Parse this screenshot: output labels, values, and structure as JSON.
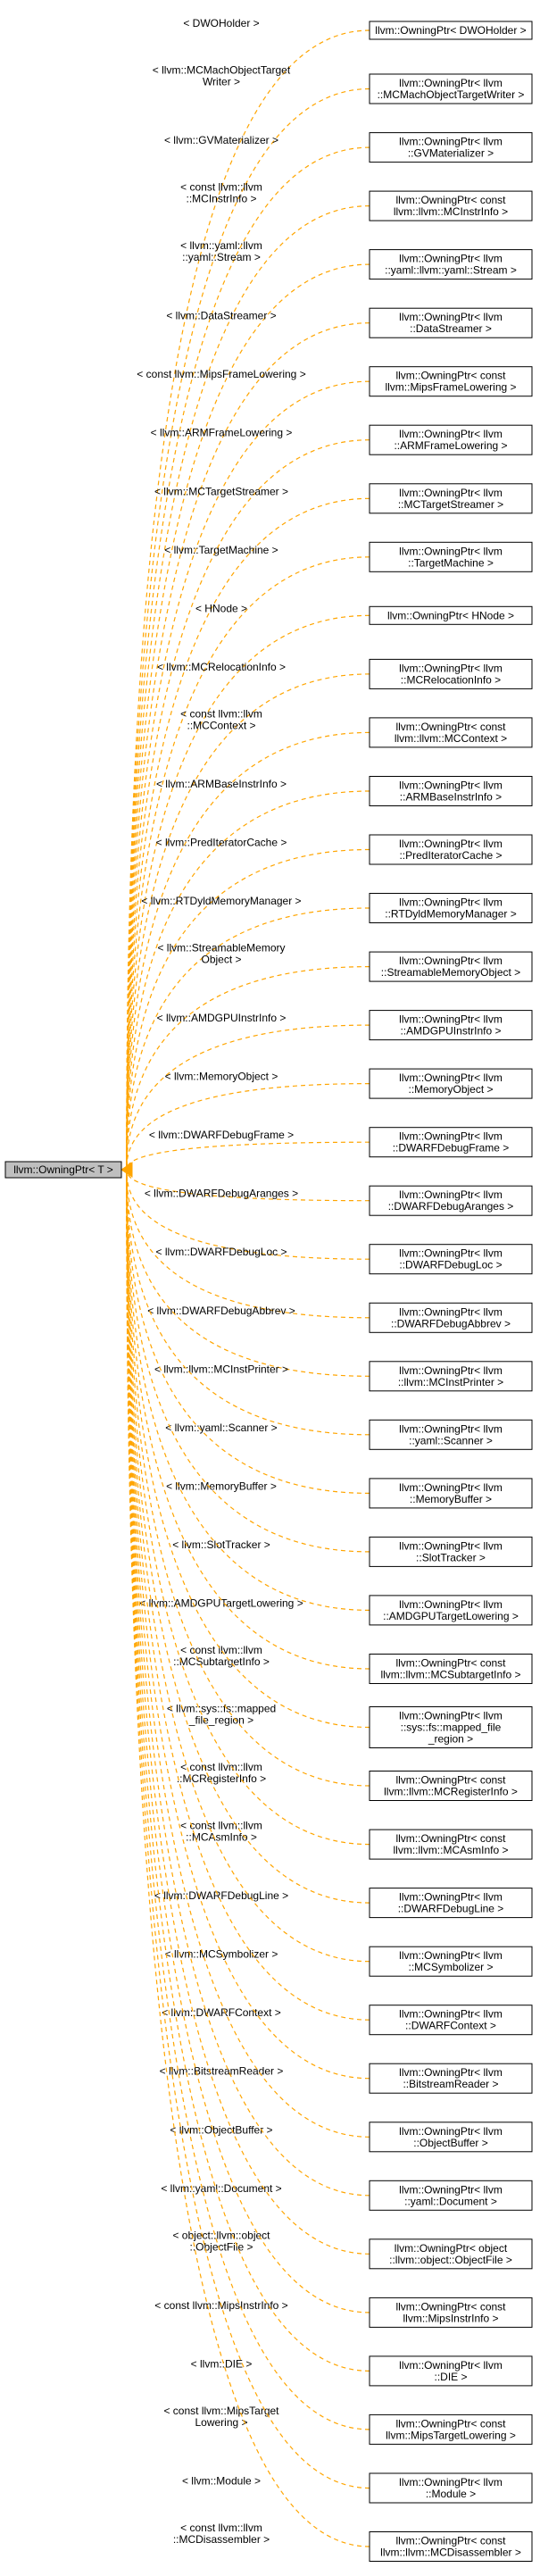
{
  "root": {
    "label": "llvm::OwningPtr< T >"
  },
  "colors": {
    "edge": "#ffa500",
    "root_fill": "#bfbfbf",
    "node_fill": "#ffffff",
    "border": "#000000"
  },
  "nodes": [
    {
      "label": [
        "llvm::OwningPtr< DWOHolder >"
      ],
      "edge": [
        "< DWOHolder >"
      ]
    },
    {
      "label": [
        "llvm::OwningPtr< llvm",
        "::MCMachObjectTargetWriter >"
      ],
      "edge": [
        "< llvm::MCMachObjectTarget",
        "Writer >"
      ]
    },
    {
      "label": [
        "llvm::OwningPtr< llvm",
        "::GVMaterializer >"
      ],
      "edge": [
        "< llvm::GVMaterializer >"
      ]
    },
    {
      "label": [
        "llvm::OwningPtr< const",
        "llvm::llvm::MCInstrInfo >"
      ],
      "edge": [
        "< const llvm::llvm",
        "::MCInstrInfo >"
      ]
    },
    {
      "label": [
        "llvm::OwningPtr< llvm",
        "::yaml::llvm::yaml::Stream >"
      ],
      "edge": [
        "< llvm::yaml::llvm",
        "::yaml::Stream >"
      ]
    },
    {
      "label": [
        "llvm::OwningPtr< llvm",
        "::DataStreamer >"
      ],
      "edge": [
        "< llvm::DataStreamer >"
      ]
    },
    {
      "label": [
        "llvm::OwningPtr< const",
        "llvm::MipsFrameLowering >"
      ],
      "edge": [
        "< const llvm::MipsFrameLowering >"
      ]
    },
    {
      "label": [
        "llvm::OwningPtr< llvm",
        "::ARMFrameLowering >"
      ],
      "edge": [
        "< llvm::ARMFrameLowering >"
      ]
    },
    {
      "label": [
        "llvm::OwningPtr< llvm",
        "::MCTargetStreamer >"
      ],
      "edge": [
        "< llvm::MCTargetStreamer >"
      ]
    },
    {
      "label": [
        "llvm::OwningPtr< llvm",
        "::TargetMachine >"
      ],
      "edge": [
        "< llvm::TargetMachine >"
      ]
    },
    {
      "label": [
        "llvm::OwningPtr< HNode >"
      ],
      "edge": [
        "< HNode >"
      ]
    },
    {
      "label": [
        "llvm::OwningPtr< llvm",
        "::MCRelocationInfo >"
      ],
      "edge": [
        "< llvm::MCRelocationInfo >"
      ]
    },
    {
      "label": [
        "llvm::OwningPtr< const",
        "llvm::llvm::MCContext >"
      ],
      "edge": [
        "< const llvm::llvm",
        "::MCContext >"
      ]
    },
    {
      "label": [
        "llvm::OwningPtr< llvm",
        "::ARMBaseInstrInfo >"
      ],
      "edge": [
        "< llvm::ARMBaseInstrInfo >"
      ]
    },
    {
      "label": [
        "llvm::OwningPtr< llvm",
        "::PredIteratorCache >"
      ],
      "edge": [
        "< llvm::PredIteratorCache >"
      ]
    },
    {
      "label": [
        "llvm::OwningPtr< llvm",
        "::RTDyldMemoryManager >"
      ],
      "edge": [
        "< llvm::RTDyldMemoryManager >"
      ]
    },
    {
      "label": [
        "llvm::OwningPtr< llvm",
        "::StreamableMemoryObject >"
      ],
      "edge": [
        "< llvm::StreamableMemory",
        "Object >"
      ]
    },
    {
      "label": [
        "llvm::OwningPtr< llvm",
        "::AMDGPUInstrInfo >"
      ],
      "edge": [
        "< llvm::AMDGPUInstrInfo >"
      ]
    },
    {
      "label": [
        "llvm::OwningPtr< llvm",
        "::MemoryObject >"
      ],
      "edge": [
        "< llvm::MemoryObject >"
      ]
    },
    {
      "label": [
        "llvm::OwningPtr< llvm",
        "::DWARFDebugFrame >"
      ],
      "edge": [
        "< llvm::DWARFDebugFrame >"
      ]
    },
    {
      "label": [
        "llvm::OwningPtr< llvm",
        "::DWARFDebugAranges >"
      ],
      "edge": [
        "< llvm::DWARFDebugAranges >"
      ]
    },
    {
      "label": [
        "llvm::OwningPtr< llvm",
        "::DWARFDebugLoc >"
      ],
      "edge": [
        "< llvm::DWARFDebugLoc >"
      ]
    },
    {
      "label": [
        "llvm::OwningPtr< llvm",
        "::DWARFDebugAbbrev >"
      ],
      "edge": [
        "< llvm::DWARFDebugAbbrev >"
      ]
    },
    {
      "label": [
        "llvm::OwningPtr< llvm",
        "::llvm::MCInstPrinter >"
      ],
      "edge": [
        "< llvm::llvm::MCInstPrinter >"
      ]
    },
    {
      "label": [
        "llvm::OwningPtr< llvm",
        "::yaml::Scanner >"
      ],
      "edge": [
        "< llvm::yaml::Scanner >"
      ]
    },
    {
      "label": [
        "llvm::OwningPtr< llvm",
        "::MemoryBuffer >"
      ],
      "edge": [
        "< llvm::MemoryBuffer >"
      ]
    },
    {
      "label": [
        "llvm::OwningPtr< llvm",
        "::SlotTracker >"
      ],
      "edge": [
        "< llvm::SlotTracker >"
      ]
    },
    {
      "label": [
        "llvm::OwningPtr< llvm",
        "::AMDGPUTargetLowering >"
      ],
      "edge": [
        "< llvm::AMDGPUTargetLowering >"
      ]
    },
    {
      "label": [
        "llvm::OwningPtr< const",
        "llvm::llvm::MCSubtargetInfo >"
      ],
      "edge": [
        "< const llvm::llvm",
        "::MCSubtargetInfo >"
      ]
    },
    {
      "label": [
        "llvm::OwningPtr< llvm",
        "::sys::fs::mapped_file",
        "_region >"
      ],
      "edge": [
        "< llvm::sys::fs::mapped",
        "_file_region >"
      ]
    },
    {
      "label": [
        "llvm::OwningPtr< const",
        "llvm::llvm::MCRegisterInfo >"
      ],
      "edge": [
        "< const llvm::llvm",
        "::MCRegisterInfo >"
      ]
    },
    {
      "label": [
        "llvm::OwningPtr< const",
        "llvm::llvm::MCAsmInfo >"
      ],
      "edge": [
        "< const llvm::llvm",
        "::MCAsmInfo >"
      ]
    },
    {
      "label": [
        "llvm::OwningPtr< llvm",
        "::DWARFDebugLine >"
      ],
      "edge": [
        "< llvm::DWARFDebugLine >"
      ]
    },
    {
      "label": [
        "llvm::OwningPtr< llvm",
        "::MCSymbolizer >"
      ],
      "edge": [
        "< llvm::MCSymbolizer >"
      ]
    },
    {
      "label": [
        "llvm::OwningPtr< llvm",
        "::DWARFContext >"
      ],
      "edge": [
        "< llvm::DWARFContext >"
      ]
    },
    {
      "label": [
        "llvm::OwningPtr< llvm",
        "::BitstreamReader >"
      ],
      "edge": [
        "< llvm::BitstreamReader >"
      ]
    },
    {
      "label": [
        "llvm::OwningPtr< llvm",
        "::ObjectBuffer >"
      ],
      "edge": [
        "< llvm::ObjectBuffer >"
      ]
    },
    {
      "label": [
        "llvm::OwningPtr< llvm",
        "::yaml::Document >"
      ],
      "edge": [
        "< llvm::yaml::Document >"
      ]
    },
    {
      "label": [
        "llvm::OwningPtr< object",
        "::llvm::object::ObjectFile >"
      ],
      "edge": [
        "< object::llvm::object",
        "::ObjectFile >"
      ]
    },
    {
      "label": [
        "llvm::OwningPtr< const",
        "llvm::MipsInstrInfo >"
      ],
      "edge": [
        "< const llvm::MipsInstrInfo >"
      ]
    },
    {
      "label": [
        "llvm::OwningPtr< llvm",
        "::DIE >"
      ],
      "edge": [
        "< llvm::DIE >"
      ]
    },
    {
      "label": [
        "llvm::OwningPtr< const",
        "llvm::MipsTargetLowering >"
      ],
      "edge": [
        "< const llvm::MipsTarget",
        "Lowering >"
      ]
    },
    {
      "label": [
        "llvm::OwningPtr< llvm",
        "::Module >"
      ],
      "edge": [
        "< llvm::Module >"
      ]
    },
    {
      "label": [
        "llvm::OwningPtr< const",
        "llvm::llvm::MCDisassembler >"
      ],
      "edge": [
        "< const llvm::llvm",
        "::MCDisassembler >"
      ]
    }
  ]
}
